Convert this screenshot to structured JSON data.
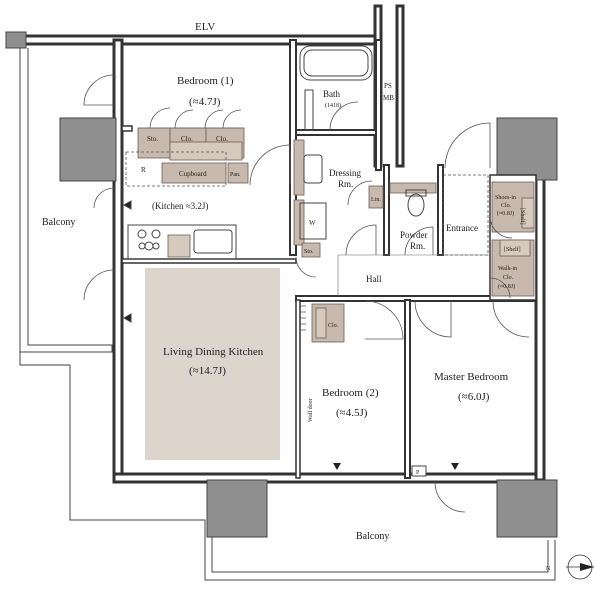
{
  "labels": {
    "elv": "ELV",
    "bedroom1": "Bedroom (1)",
    "bedroom1_size": "(≈4.7J)",
    "bath": "Bath",
    "bath_size": "(1418)",
    "ps": "PS",
    "mb": "MB",
    "sto1": "Sto.",
    "clo1": "Clo.",
    "clo2": "Clo.",
    "r": "R",
    "cupboard": "Cupboard",
    "pan": "Pan.",
    "dressing1": "Dressing",
    "dressing2": "Rm.",
    "lin": "Lin.",
    "w": "W",
    "sto2": "Sto.",
    "kitchen": "(Kitchen ≈3.2J)",
    "powder1": "Powder",
    "powder2": "Rm.",
    "entrance": "Entrance",
    "shoes1": "Shoes-in",
    "shoes2": "Clo.",
    "shoes3": "(≈0.8J)",
    "shelf1": "[Shelf]",
    "shelf2": "[Shelf]",
    "walkin1": "Walk-in",
    "walkin2": "Clo.",
    "walkin3": "(≈0.8J)",
    "hall": "Hall",
    "balcony_left": "Balcony",
    "clo3": "Clo.",
    "ldk": "Living Dining Kitchen",
    "ldk_size": "(≈14.7J)",
    "wall_door": "Wall door",
    "bedroom2": "Bedroom (2)",
    "bedroom2_size": "(≈4.5J)",
    "master": "Master Bedroom",
    "master_size": "(≈6.0J)",
    "p": "P",
    "balcony_bottom": "Balcony",
    "north": "N"
  },
  "icons": [
    "north-arrow-icon",
    "stove-icon",
    "sink-icon",
    "toilet-icon",
    "washbasin-icon",
    "bathtub-icon",
    "washer-icon",
    "door-swing-icon",
    "window-marker-icon"
  ],
  "colors": {
    "storage_fill": "#c7b9ad",
    "pillar_fill": "#8f8f8f",
    "ldk_fill": "#ddd4cc"
  }
}
